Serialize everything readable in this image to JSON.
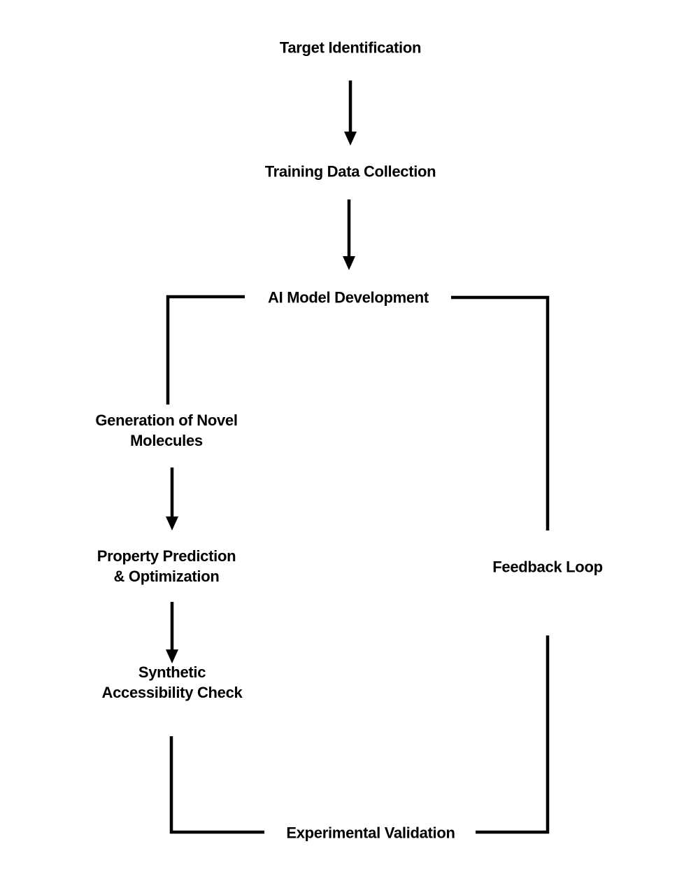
{
  "diagram": {
    "type": "flowchart",
    "colors": {
      "background": "#ffffff",
      "line": "#000000",
      "text": "#000000"
    },
    "nodes": {
      "target": {
        "label": "Target Identification"
      },
      "training": {
        "label": "Training Data Collection"
      },
      "ai": {
        "label": "AI Model Development"
      },
      "generation": {
        "label": "Generation of Novel\nMolecules"
      },
      "property": {
        "label": "Property Prediction\n& Optimization"
      },
      "synthetic": {
        "label": "Synthetic\nAccessibility Check"
      },
      "feedback": {
        "label": "Feedback Loop"
      },
      "experimental": {
        "label": "Experimental Validation"
      }
    },
    "edges": [
      {
        "from": "Target Identification",
        "to": "Training Data Collection",
        "arrowhead": true
      },
      {
        "from": "Training Data Collection",
        "to": "AI Model Development",
        "arrowhead": true
      },
      {
        "from": "AI Model Development",
        "to": "Generation of Novel Molecules",
        "arrowhead": false
      },
      {
        "from": "Generation of Novel Molecules",
        "to": "Property Prediction & Optimization",
        "arrowhead": true
      },
      {
        "from": "Property Prediction & Optimization",
        "to": "Synthetic Accessibility Check",
        "arrowhead": true
      },
      {
        "from": "Synthetic Accessibility Check",
        "to": "Experimental Validation",
        "arrowhead": false
      },
      {
        "from": "AI Model Development",
        "to": "Feedback Loop",
        "arrowhead": false
      },
      {
        "from": "Experimental Validation",
        "to": "Feedback Loop",
        "arrowhead": false
      }
    ]
  }
}
